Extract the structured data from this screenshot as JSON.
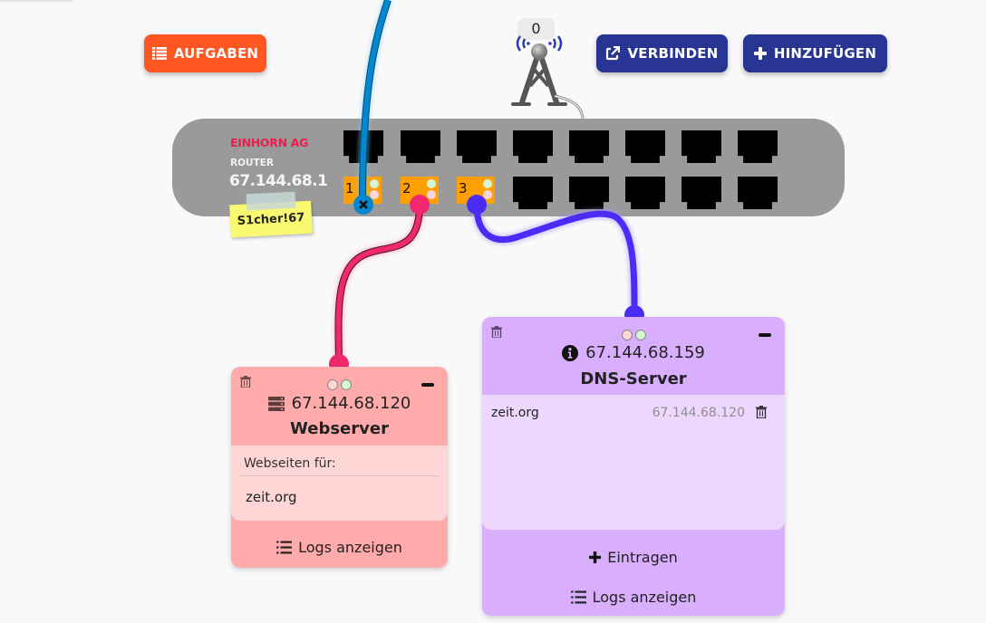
{
  "toolbar": {
    "tasks_label": "AUFGABEN",
    "tasks_icon": "list-icon",
    "connect_label": "VERBINDEN",
    "connect_icon": "external-link-icon",
    "add_label": "HINZUFÜGEN",
    "add_icon": "plus-icon"
  },
  "colors": {
    "tasks_button": "#ff5722",
    "action_button": "#283593",
    "cable_port1": "#0288d1",
    "cable_port2": "#f0286e",
    "cable_port3": "#4a2cf5",
    "webserver_card": "#ffabab",
    "dns_card": "#d9aefc",
    "router_body": "#9a9a9a",
    "port_active": "#ffa000"
  },
  "antenna": {
    "count": "0",
    "icon": "radio-tower-icon"
  },
  "router": {
    "company": "EINHORN AG",
    "type": "ROUTER",
    "ip": "67.144.68.1",
    "password_note": "S1cher!67",
    "ports": [
      {
        "number": "1",
        "active": true,
        "cable": "disconnected"
      },
      {
        "number": "2",
        "active": true,
        "cable": "webserver"
      },
      {
        "number": "3",
        "active": true,
        "cable": "dns-server"
      }
    ],
    "total_ports": 16
  },
  "webserver": {
    "ip": "67.144.68.120",
    "title": "Webserver",
    "icon": "server-icon",
    "websites_label": "Webseiten für:",
    "websites": [
      "zeit.org"
    ],
    "logs_label": "Logs anzeigen"
  },
  "dns": {
    "ip": "67.144.68.159",
    "title": "DNS-Server",
    "icon": "info-icon",
    "entries": [
      {
        "domain": "zeit.org",
        "ip": "67.144.68.120"
      }
    ],
    "add_label": "Eintragen",
    "logs_label": "Logs anzeigen"
  }
}
